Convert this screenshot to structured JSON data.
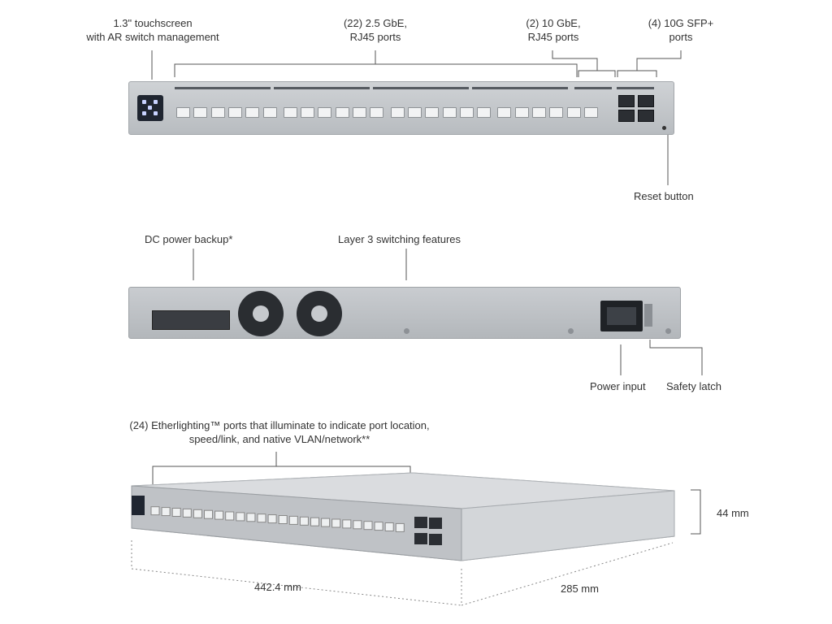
{
  "front_panel": {
    "touchscreen_label": [
      "1.3\" touchscreen",
      "with AR switch management"
    ],
    "rj45_25_label": [
      "(22) 2.5 GbE,",
      "RJ45 ports"
    ],
    "rj45_10_label": [
      "(2) 10 GbE,",
      "RJ45 ports"
    ],
    "sfp_label": [
      "(4) 10G SFP+",
      "ports"
    ],
    "reset_label": "Reset button"
  },
  "rear_panel": {
    "dc_label": "DC power backup*",
    "l3_label": "Layer 3 switching features",
    "power_label": "Power input",
    "latch_label": "Safety latch"
  },
  "perspective_view": {
    "etherlighting_label": [
      "(24) Etherlighting™ ports that illuminate to indicate port location,",
      "speed/link, and native VLAN/network**"
    ],
    "width_label": "442.4 mm",
    "depth_label": "285 mm",
    "height_label": "44 mm"
  },
  "colors": {
    "chassis": "#c2c5c9",
    "leader_line": "#555555",
    "screen": "#1f2530"
  }
}
